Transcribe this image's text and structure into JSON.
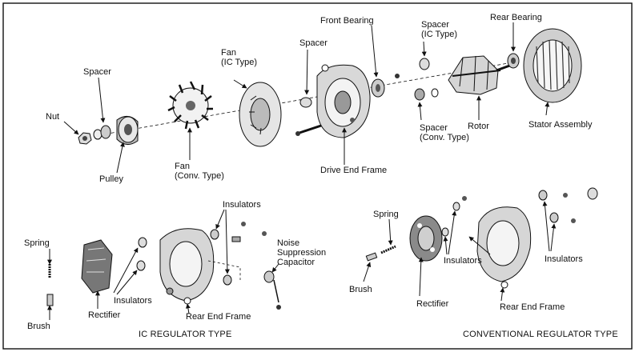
{
  "labels": {
    "nut": "Nut",
    "spacer_pulley": "Spacer",
    "pulley": "Pulley",
    "fan_ic": "Fan\n(IC Type)",
    "fan_conv": "Fan\n(Conv. Type)",
    "spacer_mid": "Spacer",
    "front_bearing": "Front Bearing",
    "drive_end_frame": "Drive End Frame",
    "spacer_ic": "Spacer\n(IC Type)",
    "spacer_conv": "Spacer\n(Conv. Type)",
    "rear_bearing": "Rear Bearing",
    "rotor": "Rotor",
    "stator_assembly": "Stator Assembly",
    "spring_left": "Spring",
    "brush_left": "Brush",
    "rectifier_left": "Rectifier",
    "insulators_left": "Insulators",
    "insulators_top": "Insulators",
    "rear_end_frame_left": "Rear End Frame",
    "noise_capacitor": "Noise\nSuppression\nCapacitor",
    "spring_right": "Spring",
    "brush_right": "Brush",
    "rectifier_right": "Rectifier",
    "insulators_right_a": "Insulators",
    "insulators_right_b": "Insulators",
    "rear_end_frame_right": "Rear End Frame"
  },
  "captions": {
    "ic_type": "IC REGULATOR TYPE",
    "conventional_type": "CONVENTIONAL REGULATOR TYPE"
  }
}
